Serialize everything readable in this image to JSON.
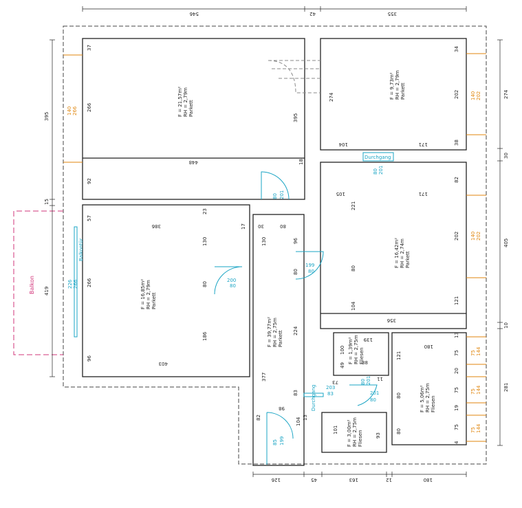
{
  "colors": {
    "wall": "#222222",
    "door": "#19a4c4",
    "window": "#e0860e",
    "balcony": "#d2347a",
    "outline": "#444444"
  },
  "top_dims": [
    "546",
    "42",
    "355"
  ],
  "bottom_dims": [
    "126",
    "45",
    "163",
    "12",
    "180"
  ],
  "left_dims": [
    "395",
    "15",
    "419"
  ],
  "right_dims": [
    "274",
    "30",
    "405",
    "10",
    "281"
  ],
  "balcony_label": "Balkon",
  "rooms": {
    "r1": {
      "area": "F = 21,57m²",
      "height": "RH = 2,79m",
      "floor": "Parkett"
    },
    "r2": {
      "area": "F = 9,73m²",
      "height": "RH = 2,79m",
      "floor": "Parkett"
    },
    "r3": {
      "area": "F = 16,42m²",
      "height": "RH = 2,74m",
      "floor": "Parkett"
    },
    "r4": {
      "area": "F = 16,85m²",
      "height": "RH = 2,79m",
      "floor": "Parkett"
    },
    "hall": {
      "area": "F = 39,77m²",
      "height": "RH = 2,75m",
      "floor": "Parkett"
    },
    "wc": {
      "area": "F = 1,39m²",
      "height": "RH = 2,75m",
      "floor": "Fliesen"
    },
    "bath": {
      "area": "F = 5,06m²",
      "height": "RH = 2,75m",
      "floor": "Fliesen"
    },
    "small": {
      "area": "F = 3,00m²",
      "height": "RH = 2,75m",
      "floor": "Fliesen"
    }
  },
  "interior_dims": {
    "r1_37": "37",
    "r1_266": "266",
    "r1_92": "92",
    "r1_448": "448",
    "r1_395": "395",
    "r1_18": "18",
    "r2_34": "34",
    "r2_274": "274",
    "r2_202": "202",
    "r2_38": "38",
    "r2_104": "104",
    "r2_171": "171",
    "r3_82": "82",
    "r3_105": "105",
    "r3_171": "171",
    "r3_221": "221",
    "r3_80": "80",
    "r3_202": "202",
    "r3_104": "104",
    "r3_121": "121",
    "r3_356": "356",
    "r4_57": "57",
    "r4_386": "386",
    "r4_23": "23",
    "r4_17": "17",
    "r4_266": "266",
    "r4_130": "130",
    "r4_80": "80",
    "r4_186": "186",
    "r4_96": "96",
    "r4_403": "403",
    "h_30": "30",
    "h_80": "80",
    "h_130": "130",
    "h_96": "96",
    "h_80b": "80",
    "h_224": "224",
    "h_377": "377",
    "h_83": "83",
    "h_83b": "83",
    "h_98": "98",
    "h_82": "82",
    "h_104": "104",
    "h_13": "13",
    "wc_139": "139",
    "wc_100": "100",
    "wc_49": "49",
    "wc_88": "88",
    "wc_73": "73",
    "wc_11": "11",
    "b_180": "180",
    "b_121": "121",
    "b_80": "80",
    "b_80b": "80",
    "b_13": "13",
    "b_75a": "75",
    "b_20": "20",
    "b_75b": "75",
    "b_19": "19",
    "b_75c": "75",
    "b_4": "4",
    "s_101": "101",
    "s_93": "93"
  },
  "doors": {
    "d1": {
      "w": "80",
      "h": "201"
    },
    "d2": {
      "w": "80",
      "h": "201"
    },
    "d3": {
      "w": "80",
      "h": "199"
    },
    "d4": {
      "w": "80",
      "h": "200"
    },
    "d5": {
      "w": "83",
      "h": "203"
    },
    "d6": {
      "w": "80",
      "h": "201"
    },
    "d7": {
      "w": "80",
      "h": "201"
    },
    "d8": {
      "w": "85",
      "h": "199"
    },
    "bal": {
      "w": "226",
      "h": "266"
    }
  },
  "passages": {
    "p1": "Durchgang",
    "p2": "Durchgang"
  },
  "balcony_door_label": "Balkontür",
  "windows": {
    "w1": {
      "w": "140",
      "h": "266"
    },
    "w2": {
      "w": "140",
      "h": "202"
    },
    "w3": {
      "w": "140",
      "h": "202"
    },
    "w4": {
      "w": "75",
      "h": "144"
    },
    "w5": {
      "w": "75",
      "h": "144"
    },
    "w6": {
      "w": "75",
      "h": "144"
    }
  }
}
